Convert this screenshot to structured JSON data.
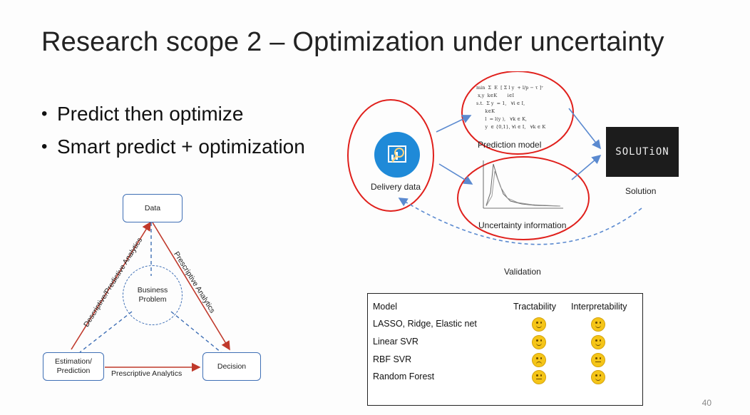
{
  "slide": {
    "title": "Research scope 2 – Optimization under uncertainty",
    "bullets": [
      "Predict then optimize",
      "Smart predict + optimization"
    ],
    "page_number": "40"
  },
  "triangle_diagram": {
    "data": "Data",
    "center": "Business Problem",
    "estimation": "Estimation/ Prediction",
    "decision": "Decision",
    "left_edge": "Descriptive/Predictive Analytics",
    "right_edge": "Prescriptive Analytics",
    "bottom_edge": "Prescriptive Analytics"
  },
  "flow_diagram": {
    "delivery_data": "Delivery data",
    "prediction_model": "Prediction model",
    "uncertainty_information": "Uncertainty information",
    "solution": "Solution",
    "validation": "Validation",
    "solution_image_text": "SOLUTiON"
  },
  "model_table": {
    "headers": [
      "Model",
      "Tractability",
      "Interpretability"
    ],
    "rows": [
      {
        "model": "LASSO, Ridge, Elastic net",
        "tractability": "happy",
        "interpretability": "happy"
      },
      {
        "model": "Linear SVR",
        "tractability": "happy",
        "interpretability": "happy"
      },
      {
        "model": "RBF SVR",
        "tractability": "sad",
        "interpretability": "neutral"
      },
      {
        "model": "Random Forest",
        "tractability": "neutral",
        "interpretability": "happy"
      }
    ]
  },
  "colors": {
    "node_border": "#3f6fb5",
    "arrow_red": "#c0392b",
    "highlight_red": "#e0201c",
    "face_yellow": "#f5c518"
  }
}
